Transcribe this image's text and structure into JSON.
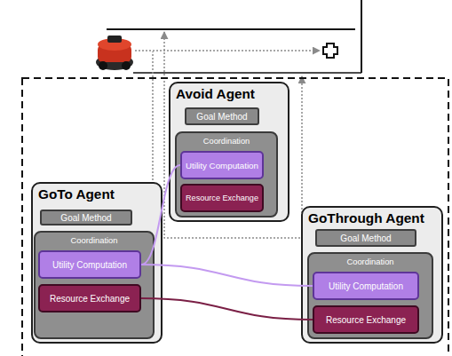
{
  "diagram": {
    "nodes": [
      {
        "text": [
          "Avoid Agent"
        ]
      },
      {
        "text": [
          "Goal Method"
        ],
        "in": 0
      },
      {
        "text": [
          "Coordination"
        ],
        "in": 0
      },
      {
        "text": [
          "Utility Computation"
        ],
        "in": 2
      },
      {
        "text": [
          "Resource Exchange"
        ],
        "in": 2
      },
      {
        "text": [
          "GoTo Agent"
        ]
      },
      {
        "text": [
          "Goal Method"
        ],
        "in": 5
      },
      {
        "text": [
          "Coordination"
        ],
        "in": 5
      },
      {
        "text": [
          "Utility Computation"
        ],
        "in": 7
      },
      {
        "text": [
          "Resource Exchange"
        ],
        "in": 7
      },
      {
        "text": [
          "GoThrough Agent"
        ]
      },
      {
        "text": [
          "Goal Method"
        ],
        "in": 10
      },
      {
        "text": [
          "Coordination"
        ],
        "in": 10
      },
      {
        "text": [
          "Utility Computation"
        ],
        "in": 12
      },
      {
        "text": [
          "Resource Exchange"
        ],
        "in": 12
      }
    ],
    "edges": [
      {
        "from": 8,
        "to": 3,
        "arrow": "none"
      },
      {
        "from": 8,
        "to": 13,
        "arrow": "none"
      },
      {
        "from": 9,
        "to": 14,
        "arrow": "none"
      }
    ]
  }
}
